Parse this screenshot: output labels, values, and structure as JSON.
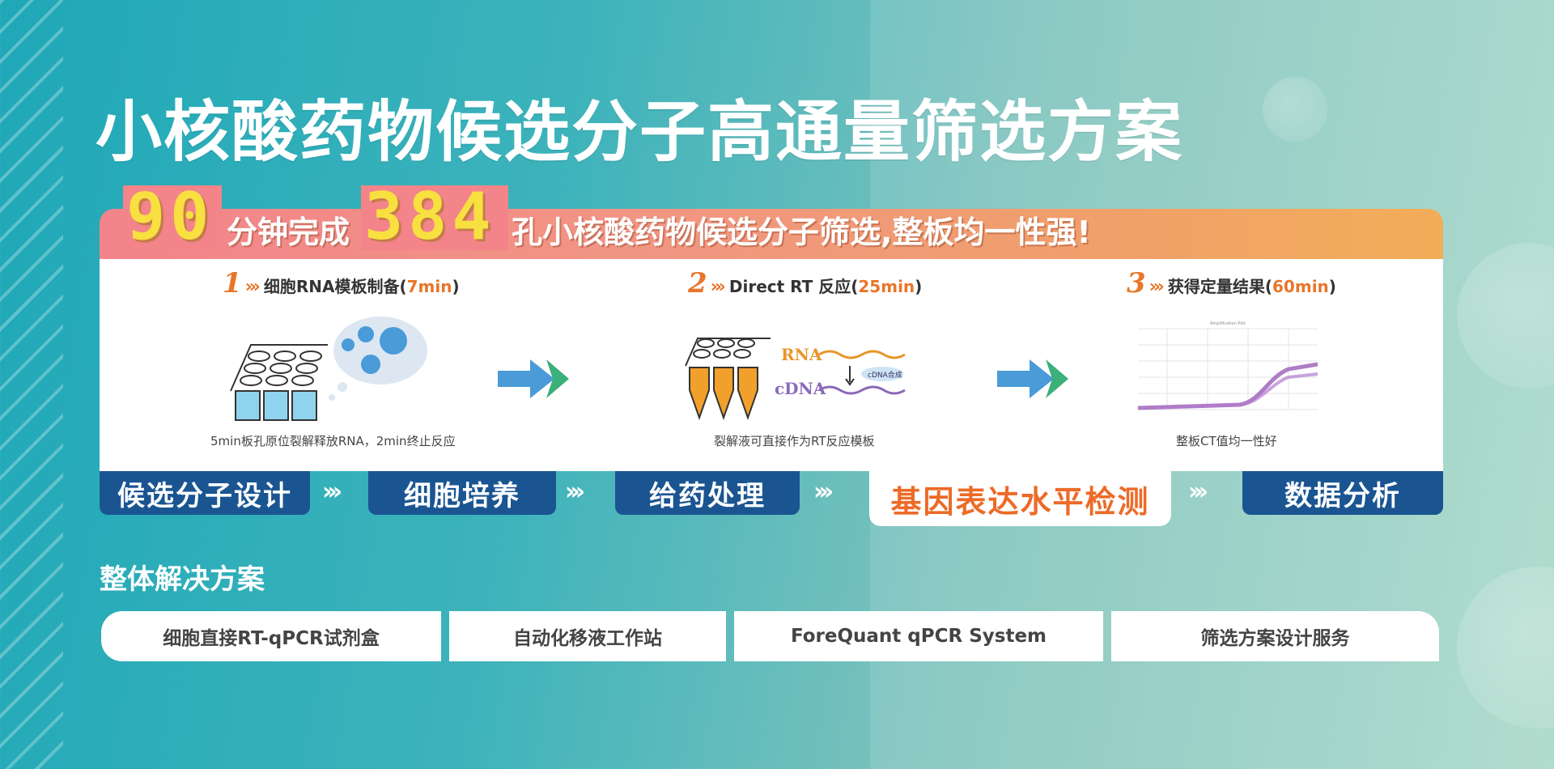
{
  "title": "小核酸药物候选分子高通量筛选方案",
  "banner": {
    "num1": "90",
    "text1": "分钟完成",
    "num2": "384",
    "text2": "孔小核酸药物候选分子筛选,整板均一性强!"
  },
  "steps": [
    {
      "num": "1",
      "label": "细胞RNA模板制备(",
      "time": "7min",
      "close": ")",
      "caption": "5min板孔原位裂解释放RNA，2min终止反应"
    },
    {
      "num": "2",
      "label": "Direct RT 反应(",
      "time": "25min",
      "close": ")",
      "caption": "裂解液可直接作为RT反应模板",
      "rna": "RNA",
      "cdna": "cDNA",
      "cdna_badge": "cDNA合成"
    },
    {
      "num": "3",
      "label": "获得定量结果(",
      "time": "60min",
      "close": ")",
      "caption": "整板CT值均一性好",
      "plot_title": "Amplification Plot"
    }
  ],
  "process": [
    "候选分子设计",
    "细胞培养",
    "给药处理",
    "基因表达水平检测",
    "数据分析"
  ],
  "active_process_index": 3,
  "section_title": "整体解决方案",
  "solutions": [
    "细胞直接RT-qPCR试剂盒",
    "自动化移液工作站",
    "ForeQuant qPCR System",
    "筛选方案设计服务"
  ],
  "colors": {
    "accent_orange": "#e8762a",
    "process_blue": "#1a5592",
    "number_yellow": "#f7e040",
    "arrow_blue": "#4a9bd8",
    "arrow_green": "#3bb07a"
  },
  "icons": [
    "cell-plate-icon",
    "cells-bubble-icon",
    "pcr-tubes-icon",
    "amplification-plot-icon",
    "flow-arrow-icon"
  ]
}
